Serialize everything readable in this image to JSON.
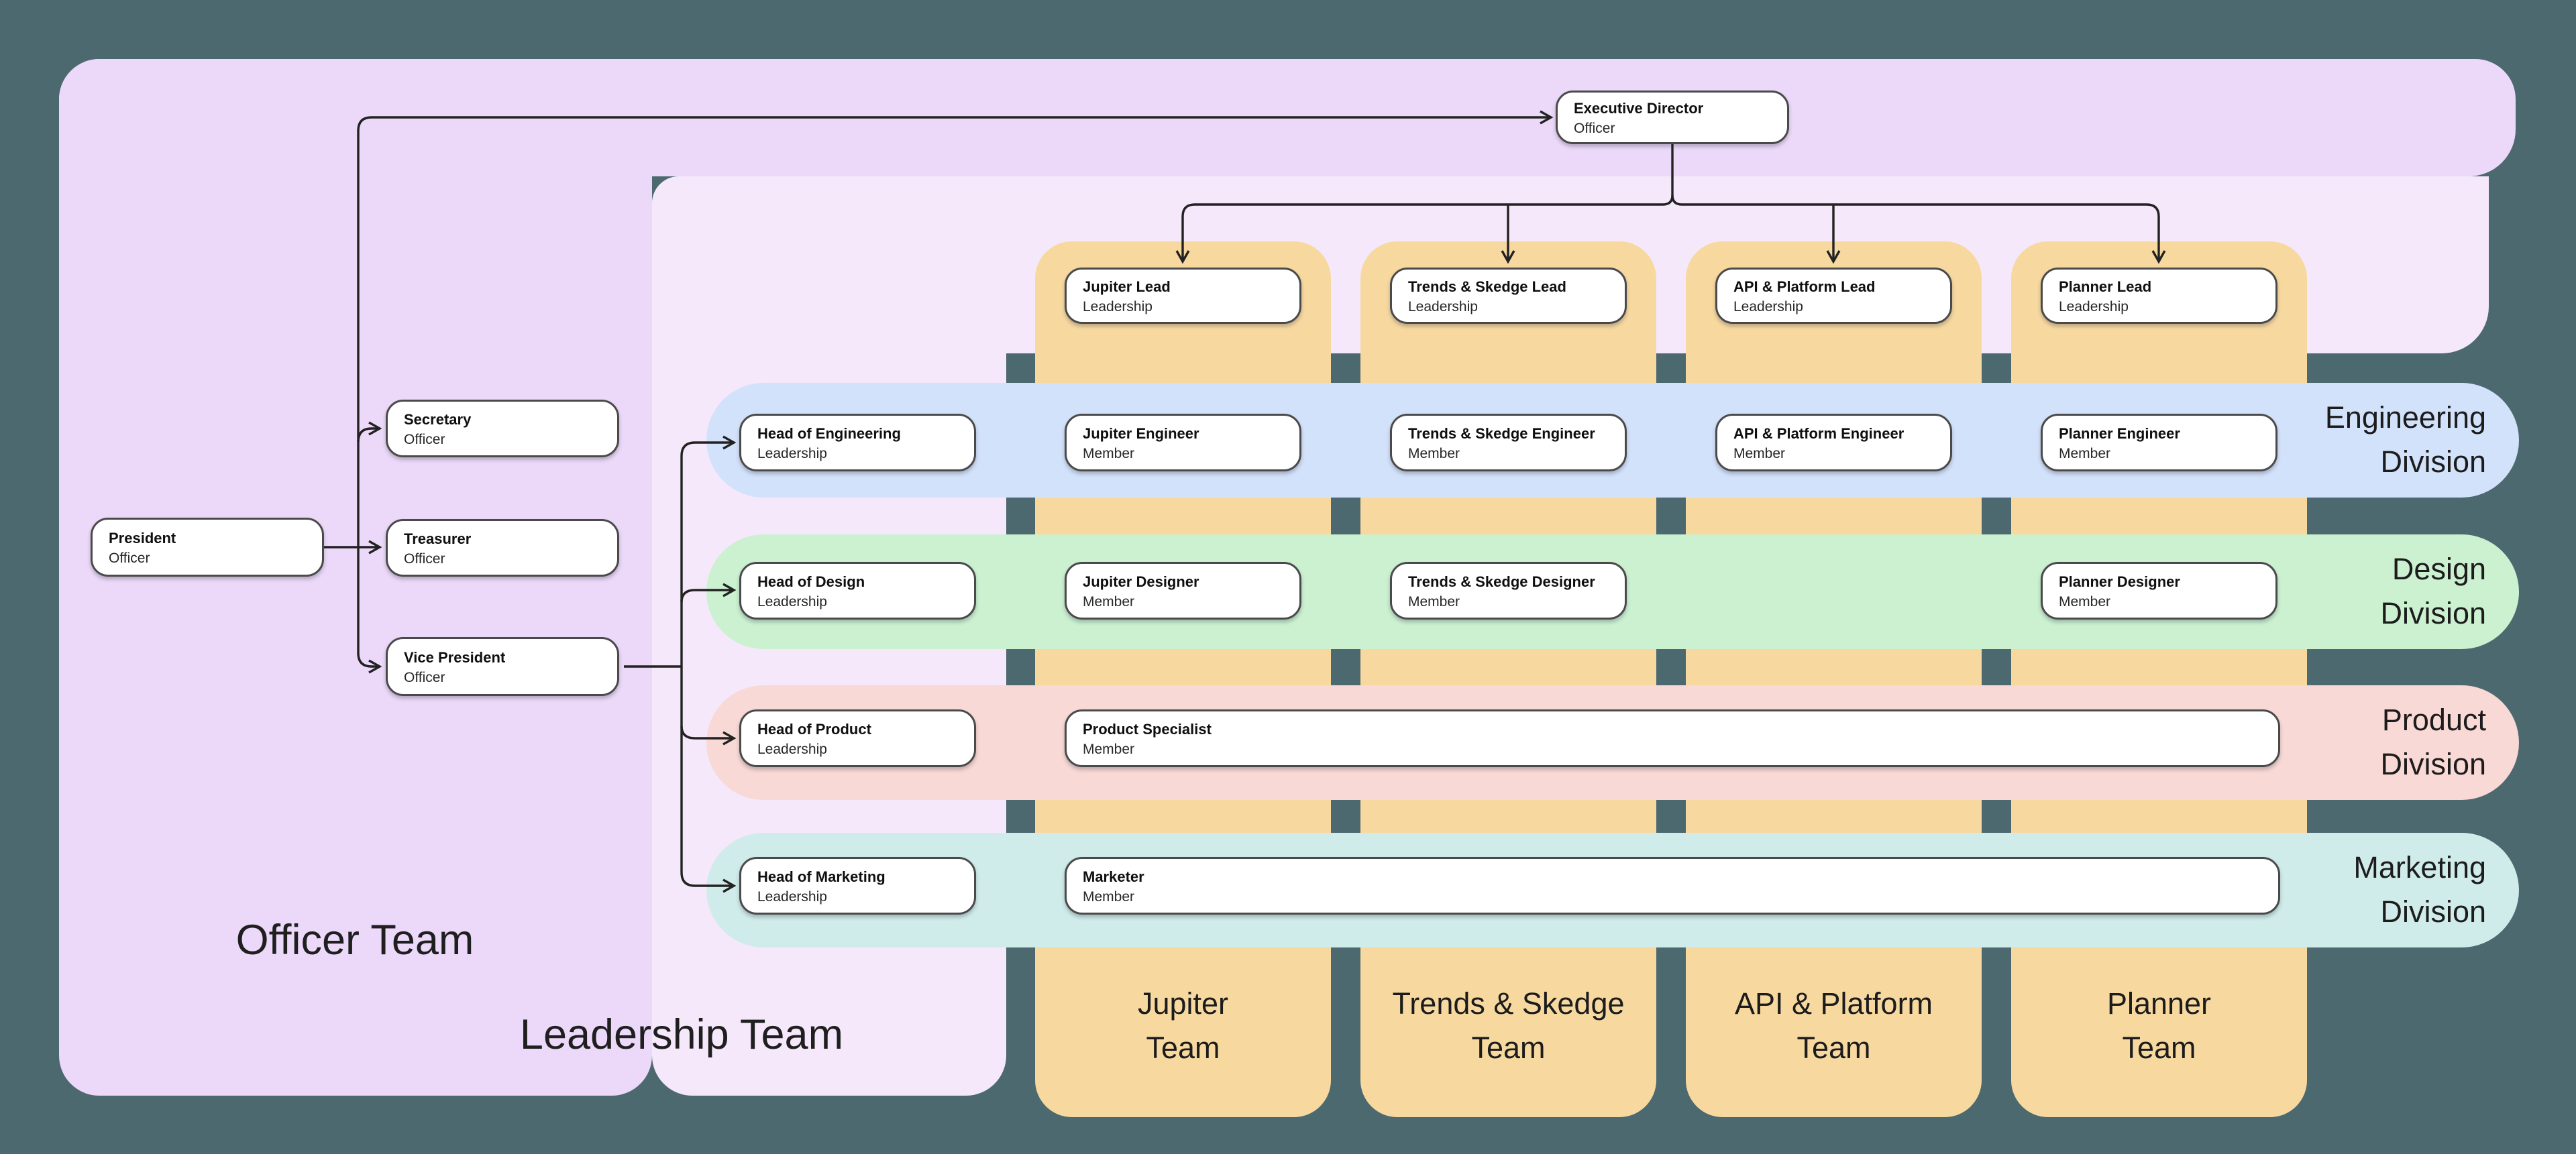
{
  "canvas": {
    "background": "#4c6970",
    "connector_color": "#222222",
    "node_border_color": "#4a4a4a"
  },
  "panels": {
    "officer": {
      "label": "Officer Team",
      "color": "#ecd9f9"
    },
    "leadership": {
      "label": "Leadership Team",
      "color": "#f5e8fb"
    }
  },
  "teams": [
    {
      "id": "jupiter",
      "line1": "Jupiter",
      "line2": "Team",
      "color": "#f7d9a0"
    },
    {
      "id": "trends-skedge",
      "line1": "Trends & Skedge",
      "line2": "Team",
      "color": "#f7d9a0"
    },
    {
      "id": "api-platform",
      "line1": "API & Platform",
      "line2": "Team",
      "color": "#f7d9a0"
    },
    {
      "id": "planner",
      "line1": "Planner",
      "line2": "Team",
      "color": "#f7d9a0"
    }
  ],
  "divisions": [
    {
      "id": "engineering",
      "line1": "Engineering",
      "line2": "Division",
      "color": "#d3e2fb"
    },
    {
      "id": "design",
      "line1": "Design",
      "line2": "Division",
      "color": "#cbf1d1"
    },
    {
      "id": "product",
      "line1": "Product",
      "line2": "Division",
      "color": "#f9d9d6"
    },
    {
      "id": "marketing",
      "line1": "Marketing",
      "line2": "Division",
      "color": "#d0ecea"
    }
  ],
  "nodes": {
    "exec_director": {
      "title": "Executive Director",
      "subtitle": "Officer"
    },
    "president": {
      "title": "President",
      "subtitle": "Officer"
    },
    "secretary": {
      "title": "Secretary",
      "subtitle": "Officer"
    },
    "treasurer": {
      "title": "Treasurer",
      "subtitle": "Officer"
    },
    "vice_president": {
      "title": "Vice President",
      "subtitle": "Officer"
    },
    "head_engineering": {
      "title": "Head of Engineering",
      "subtitle": "Leadership"
    },
    "head_design": {
      "title": "Head of Design",
      "subtitle": "Leadership"
    },
    "head_product": {
      "title": "Head of Product",
      "subtitle": "Leadership"
    },
    "head_marketing": {
      "title": "Head of Marketing",
      "subtitle": "Leadership"
    },
    "jupiter_lead": {
      "title": "Jupiter Lead",
      "subtitle": "Leadership"
    },
    "trends_lead": {
      "title": "Trends & Skedge Lead",
      "subtitle": "Leadership"
    },
    "api_lead": {
      "title": "API & Platform Lead",
      "subtitle": "Leadership"
    },
    "planner_lead": {
      "title": "Planner Lead",
      "subtitle": "Leadership"
    },
    "jupiter_engineer": {
      "title": "Jupiter Engineer",
      "subtitle": "Member"
    },
    "trends_engineer": {
      "title": "Trends & Skedge Engineer",
      "subtitle": "Member"
    },
    "api_engineer": {
      "title": "API & Platform Engineer",
      "subtitle": "Member"
    },
    "planner_engineer": {
      "title": "Planner Engineer",
      "subtitle": "Member"
    },
    "jupiter_designer": {
      "title": "Jupiter Designer",
      "subtitle": "Member"
    },
    "trends_designer": {
      "title": "Trends & Skedge Designer",
      "subtitle": "Member"
    },
    "planner_designer": {
      "title": "Planner Designer",
      "subtitle": "Member"
    },
    "product_specialist": {
      "title": "Product Specialist",
      "subtitle": "Member"
    },
    "marketer": {
      "title": "Marketer",
      "subtitle": "Member"
    }
  }
}
